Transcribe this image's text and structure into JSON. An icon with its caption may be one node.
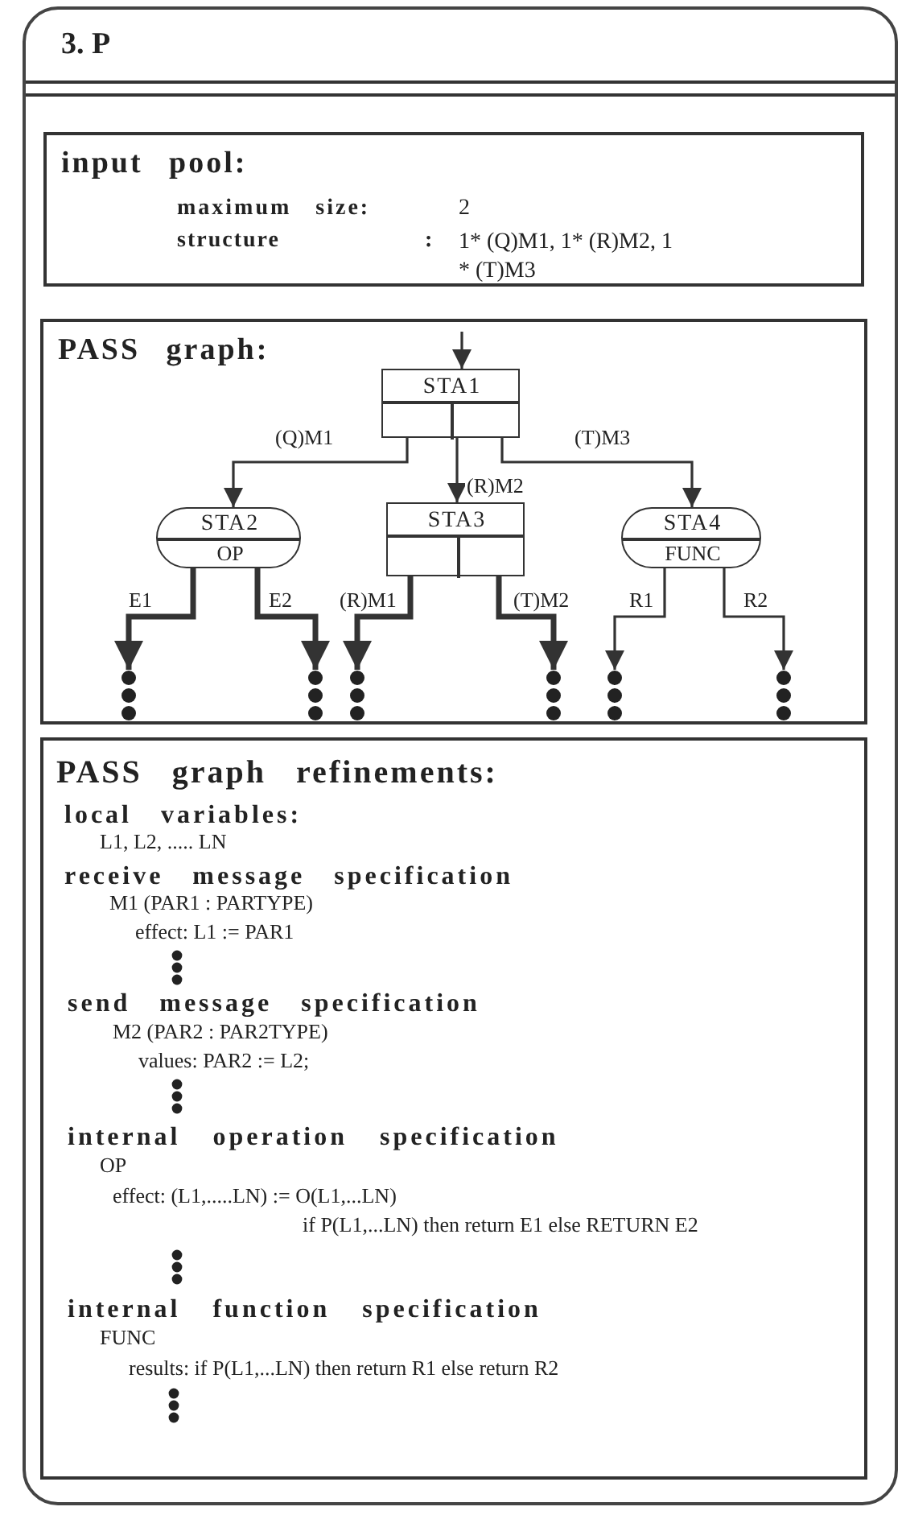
{
  "diagram": {
    "nodes": [
      {
        "text": [
          "3. P"
        ]
      },
      {
        "text": [
          "input pool:",
          "maximum size:",
          "2",
          "structure",
          ":",
          "1* (Q)M1, 1* (R)M2, 1 * (T)M3"
        ],
        "in": 0
      },
      {
        "text": [
          "PASS graph:"
        ],
        "in": 0
      },
      {
        "text": [
          "STA1"
        ],
        "in": 2
      },
      {
        "text": [
          "STA2",
          "OP"
        ],
        "in": 2
      },
      {
        "text": [
          "STA3"
        ],
        "in": 2
      },
      {
        "text": [
          "STA4",
          "FUNC"
        ],
        "in": 2
      },
      {
        "text": [],
        "shape": "dots",
        "in": 2
      },
      {
        "text": [],
        "shape": "dots",
        "in": 2
      },
      {
        "text": [],
        "shape": "dots",
        "in": 2
      },
      {
        "text": [],
        "shape": "dots",
        "in": 2
      },
      {
        "text": [],
        "shape": "dots",
        "in": 2
      },
      {
        "text": [],
        "shape": "dots",
        "in": 2
      },
      {
        "text": [
          "PASS graph refinements:",
          "local variables:",
          "L1, L2, ..... LN",
          "receive message specification",
          "M1 (PAR1 : PARTYPE)",
          "effect: L1 := PAR1",
          "send message specification",
          "M2 (PAR2 : PAR2TYPE)",
          "values: PAR2 := L2;",
          "internal operation specification",
          "OP",
          "effect: (L1,.....LN) := O(L1,...LN)",
          "if P(L1,...LN) then return E1 else RETURN E2",
          "internal function specification",
          "FUNC",
          "results: if P(L1,...LN) then return R1 else return R2"
        ],
        "in": 0
      }
    ],
    "edges": [
      {
        "from": null,
        "to": 3,
        "arrow": "to"
      },
      {
        "from": 3,
        "to": 4,
        "arrow": "to",
        "label": "(Q)M1"
      },
      {
        "from": 3,
        "to": 5,
        "arrow": "to",
        "label": "(R)M2"
      },
      {
        "from": 3,
        "to": 6,
        "arrow": "to",
        "label": "(T)M3"
      },
      {
        "from": 4,
        "to": 7,
        "arrow": "to",
        "label": "E1",
        "style": "thick"
      },
      {
        "from": 4,
        "to": 8,
        "arrow": "to",
        "label": "E2",
        "style": "thick"
      },
      {
        "from": 5,
        "to": 9,
        "arrow": "to",
        "label": "(R)M1",
        "style": "thick"
      },
      {
        "from": 5,
        "to": 10,
        "arrow": "to",
        "label": "(T)M2",
        "style": "thick"
      },
      {
        "from": 6,
        "to": 11,
        "arrow": "to",
        "label": "R1"
      },
      {
        "from": 6,
        "to": 12,
        "arrow": "to",
        "label": "R2"
      }
    ]
  }
}
